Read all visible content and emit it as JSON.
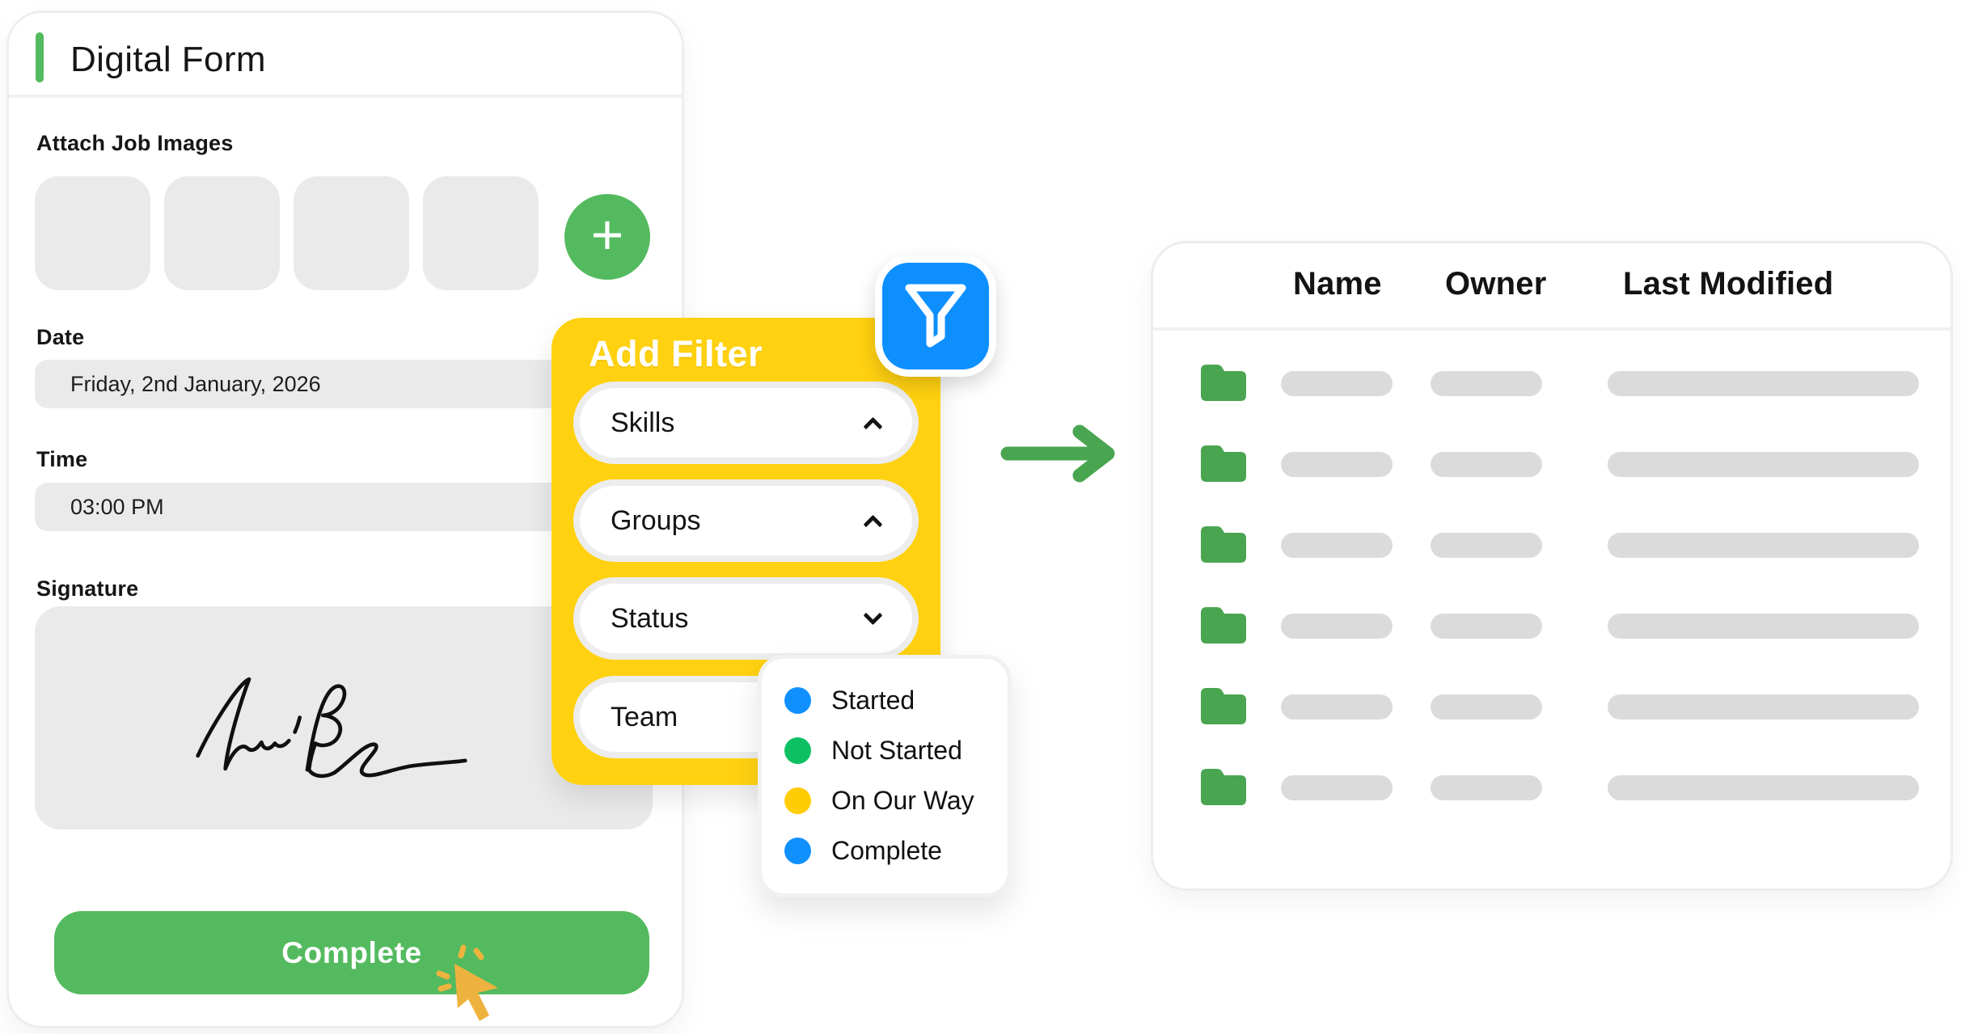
{
  "form": {
    "title": "Digital Form",
    "attach_images_label": "Attach Job Images",
    "image_slot_count": 4,
    "date_label": "Date",
    "date_value": "Friday, 2nd January, 2026",
    "time_label": "Time",
    "time_value": "03:00 PM",
    "signature_label": "Signature",
    "complete_button_label": "Complete"
  },
  "filter_panel": {
    "title": "Add Filter",
    "options": [
      {
        "label": "Skills",
        "chevron": "up"
      },
      {
        "label": "Groups",
        "chevron": "up"
      },
      {
        "label": "Status",
        "chevron": "down"
      },
      {
        "label": "Team",
        "chevron": "none"
      }
    ]
  },
  "status_menu": {
    "items": [
      {
        "label": "Started",
        "color": "#1090FF"
      },
      {
        "label": "Not Started",
        "color": "#0DC162"
      },
      {
        "label": "On Our Way",
        "color": "#FFCC05"
      },
      {
        "label": "Complete",
        "color": "#1090FF"
      }
    ]
  },
  "table": {
    "columns": [
      "Name",
      "Owner",
      "Last Modified"
    ],
    "placeholder_row_count": 6
  },
  "colors": {
    "accent_green": "#54BA5F",
    "folder_green": "#4AA551",
    "panel_yellow": "#FFD110",
    "chip_blue": "#0D8FFF",
    "cursor_orange": "#EEB33F"
  }
}
